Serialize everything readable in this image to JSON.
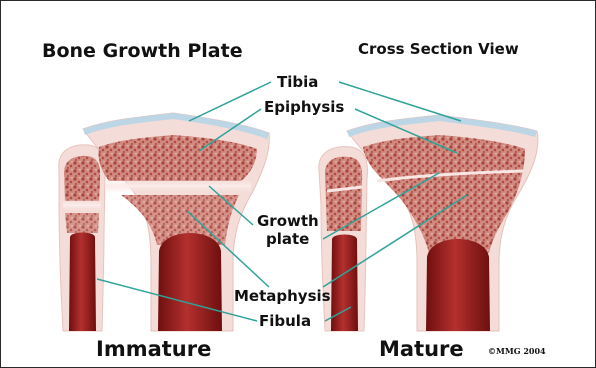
{
  "diagram": {
    "title": "Bone Growth Plate",
    "view_label": "Cross Section View",
    "labels": {
      "tibia": "Tibia",
      "epiphysis": "Epiphysis",
      "growth": "Growth",
      "plate": "plate",
      "metaphysis": "Metaphysis",
      "fibula": "Fibula"
    },
    "panels": {
      "immature": "Immature",
      "mature": "Mature"
    },
    "copyright": "©MMG 2004"
  },
  "colors": {
    "leader_line": "#2fa39a",
    "cartilage": "#bcd6e6",
    "cortical_bone": "#f4dcd8",
    "spongy_bone": "#c2615a",
    "marrow": "#8c1c1c"
  }
}
